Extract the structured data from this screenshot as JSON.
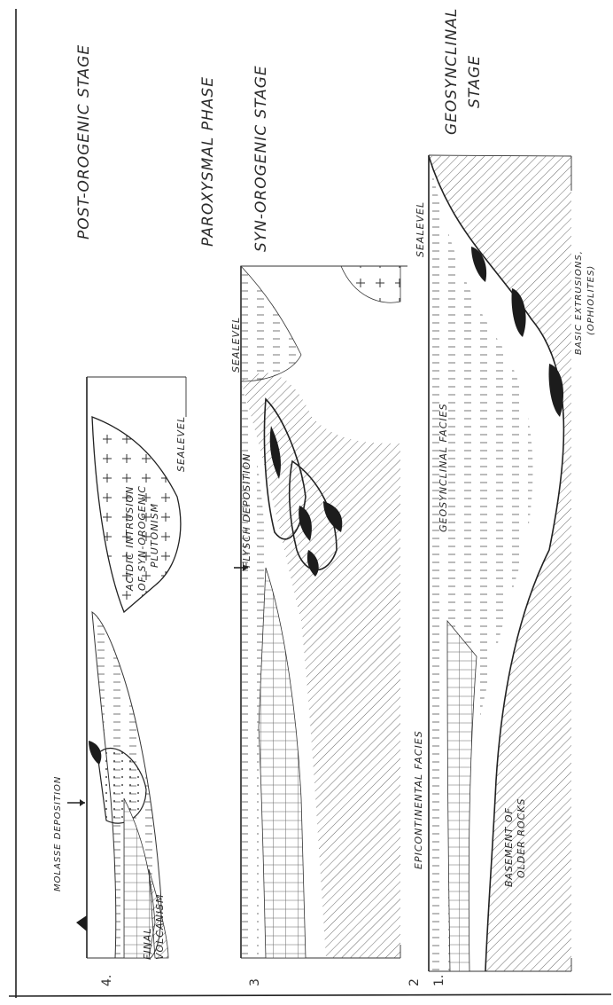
{
  "figure": {
    "titles": {
      "post_orogenic": "POST-OROGENIC STAGE",
      "paroxysmal": "PAROXYSMAL PHASE",
      "syn_orogenic": "SYN-OROGENIC STAGE",
      "geosynclinal": "GEOSYNCLINAL",
      "geosynclinal_2": "STAGE"
    },
    "panel_4": {
      "number": "4.",
      "molasse": "MOLASSE DEPOSITION",
      "final_volcanism_1": "FINAL",
      "final_volcanism_2": "VOLCANISM",
      "acidic_1": "ACIDIC INTRUSION",
      "acidic_2": "OF SYN-OROGENIC",
      "acidic_3": "PLUTONISM",
      "sealevel": "SEALEVEL"
    },
    "panel_3": {
      "number": "3",
      "flysch": "FLYSCH DEPOSITION",
      "sealevel": "SEALEVEL"
    },
    "panel_1": {
      "number_2": "2",
      "number_1": "1.",
      "epicontinental": "EPICONTINENTAL FACIES",
      "geosynclinal_facies": "GEOSYNCLINAL FACIES",
      "basement_1": "BASEMENT OF",
      "basement_2": "OLDER ROCKS",
      "basic_1": "BASIC EXTRUSIONS,",
      "basic_2": "(OPHIOLITES)",
      "sealevel": "SEALEVEL"
    }
  }
}
